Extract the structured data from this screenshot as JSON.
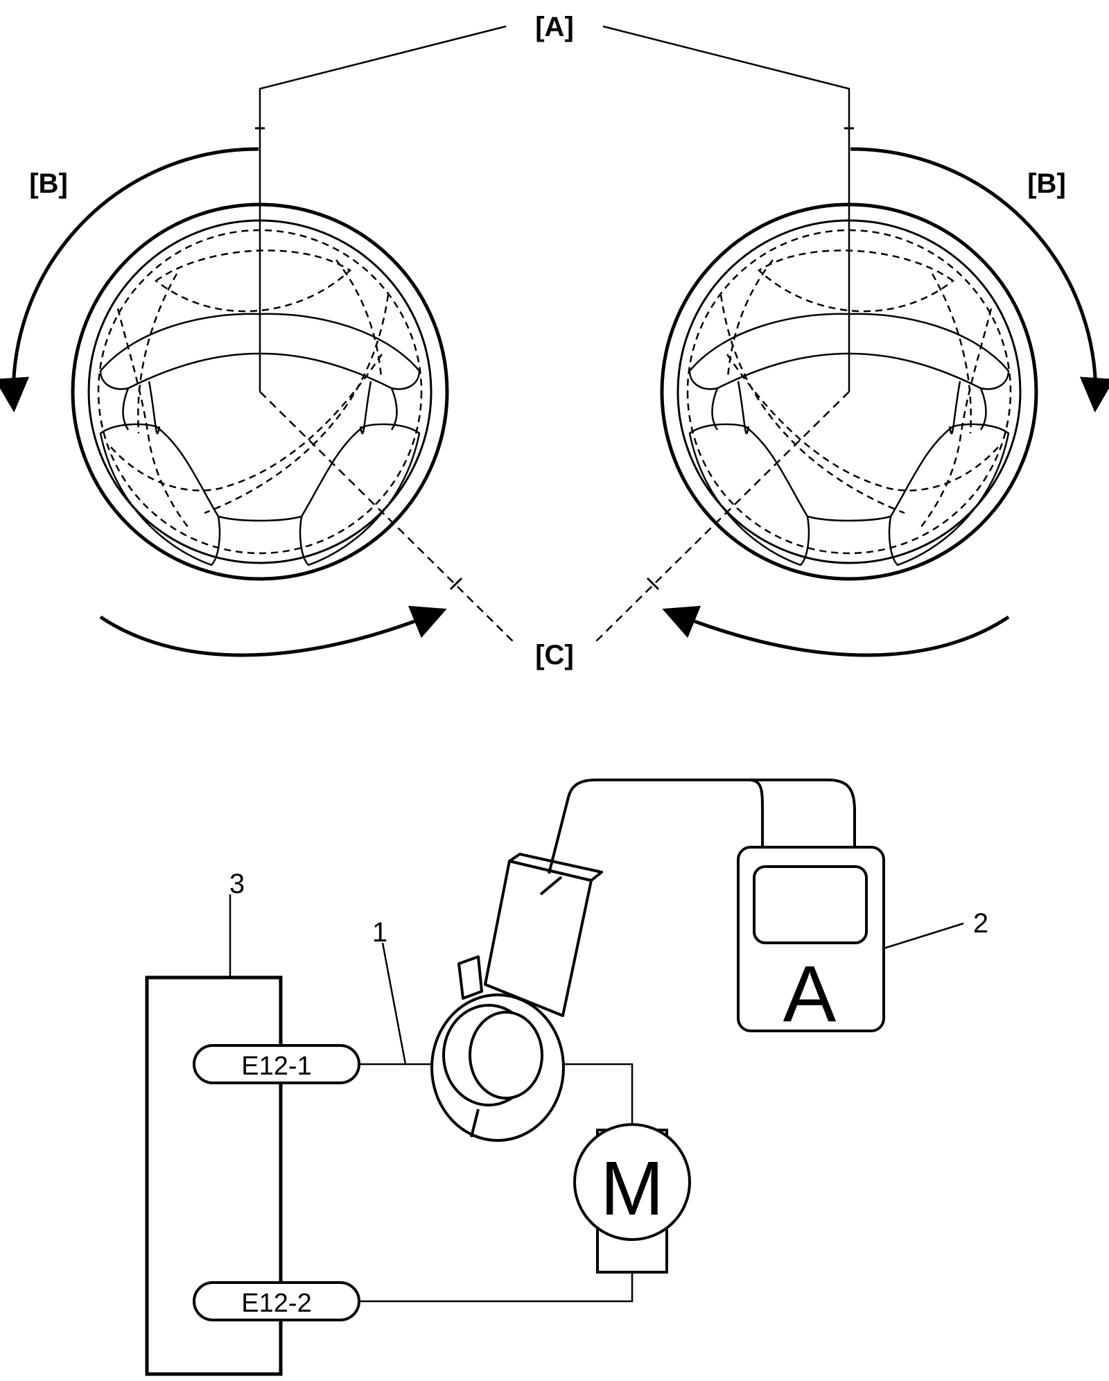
{
  "top_figure": {
    "label_a": "[A]",
    "label_b_left": "[B]",
    "label_b_right": "[B]",
    "label_c": "[C]"
  },
  "bottom_figure": {
    "callout_1": "1",
    "callout_2": "2",
    "callout_3": "3",
    "connector_pin_1": "E12-1",
    "connector_pin_2": "E12-2",
    "motor_symbol": "M",
    "meter_symbol": "A"
  }
}
